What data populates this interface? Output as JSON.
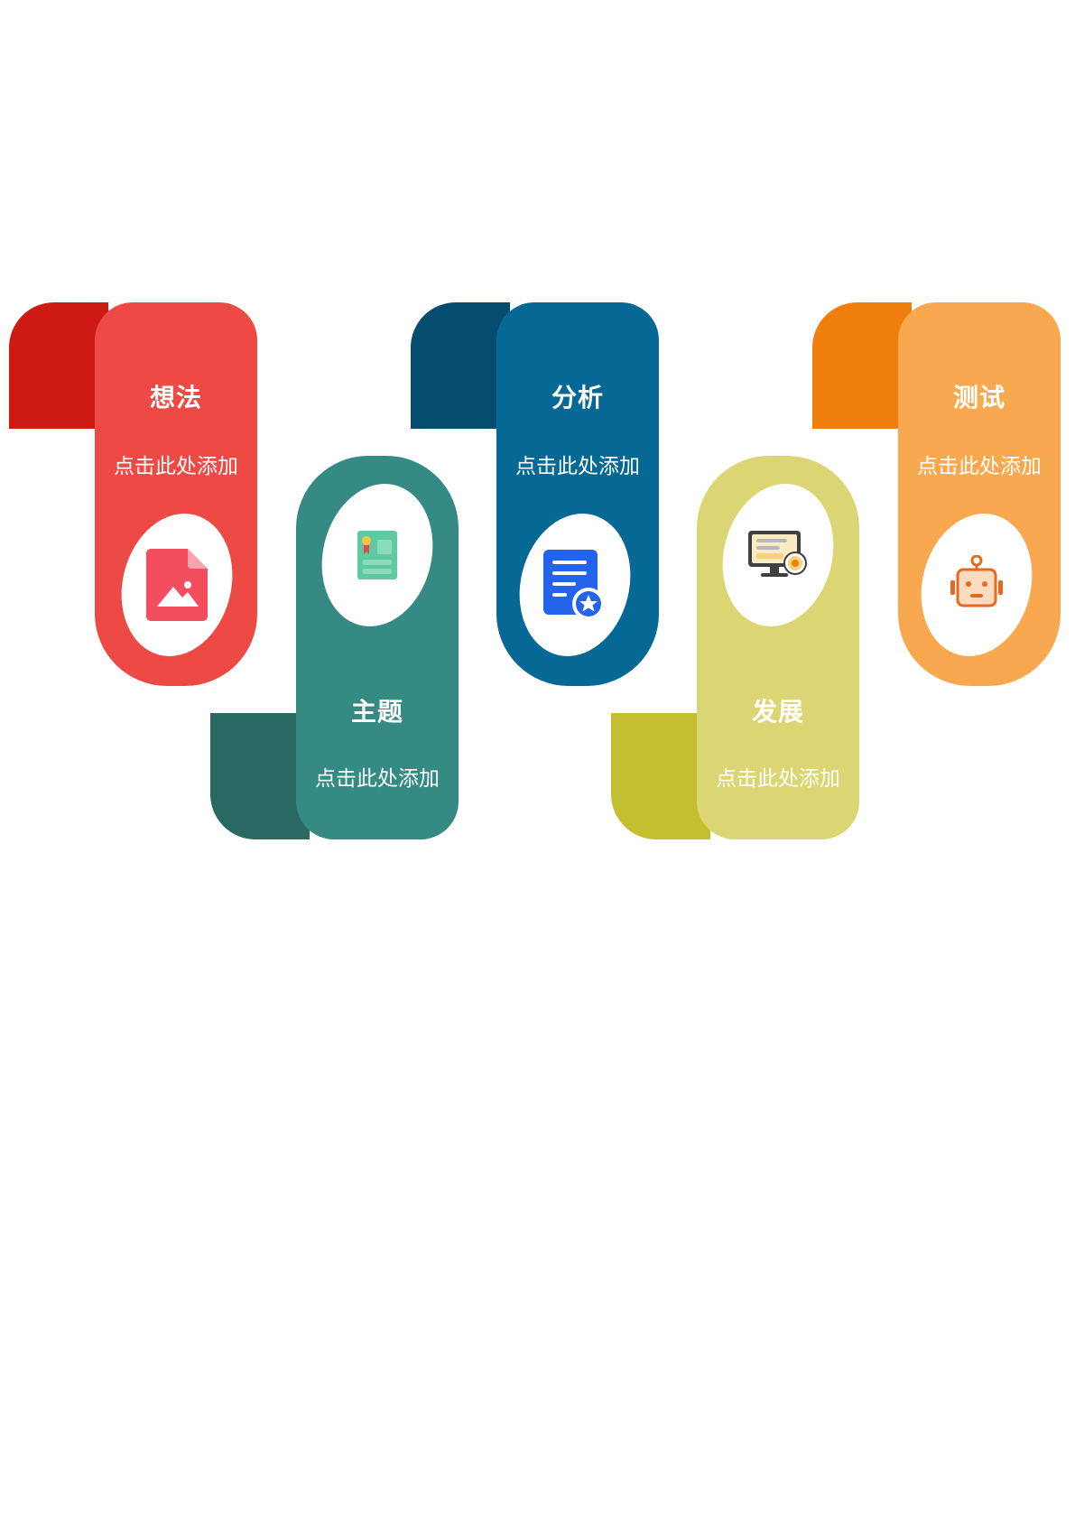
{
  "steps": [
    {
      "title": "想法",
      "desc": "点击此处添加",
      "icon": "image-file-icon",
      "color": "#ED4A45",
      "flap": "#CD1B14",
      "desc_color": "#ffffff"
    },
    {
      "title": "主题",
      "desc": "点击此处添加",
      "icon": "certificate-card-icon",
      "color": "#358A83",
      "flap": "#2A6862",
      "desc_color": "#ffffff"
    },
    {
      "title": "分析",
      "desc": "点击此处添加",
      "icon": "document-star-icon",
      "color": "#066895",
      "flap": "#044D70",
      "desc_color": "#ffffff"
    },
    {
      "title": "发展",
      "desc": "点击此处添加",
      "icon": "seo-monitor-icon",
      "color": "#DBD673",
      "flap": "#C4BF31",
      "desc_color": "#ffffff"
    },
    {
      "title": "测试",
      "desc": "点击此处添加",
      "icon": "robot-icon",
      "color": "#F8A84E",
      "flap": "#EF7E0C",
      "desc_color": "#ffffff"
    }
  ]
}
